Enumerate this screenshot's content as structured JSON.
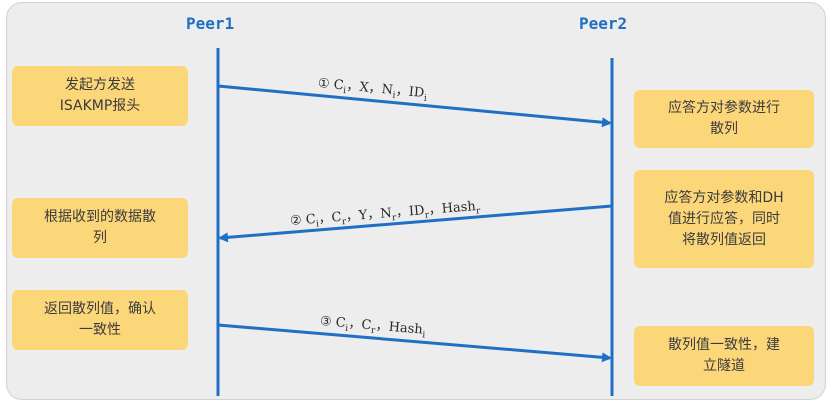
{
  "peers": {
    "left": "Peer1",
    "right": "Peer2"
  },
  "left_notes": [
    "发起方发送\nISAKMP报头",
    "根据收到的数据散\n列",
    "返回散列值，确认\n一致性"
  ],
  "right_notes": [
    "应答方对参数进行\n散列",
    "应答方对参数和DH\n值进行应答，同时\n将散列值返回",
    "散列值一致性，建\n立隧道"
  ],
  "messages": [
    {
      "number": "①",
      "items": [
        {
          "base": "C",
          "sub": "i"
        },
        {
          "base": "X",
          "sub": ""
        },
        {
          "base": "N",
          "sub": "i"
        },
        {
          "base": "ID",
          "sub": "i"
        }
      ],
      "separator": "，"
    },
    {
      "number": "②",
      "items": [
        {
          "base": "C",
          "sub": "i"
        },
        {
          "base": "C",
          "sub": "r"
        },
        {
          "base": "Y",
          "sub": ""
        },
        {
          "base": "N",
          "sub": "r"
        },
        {
          "base": "ID",
          "sub": "r"
        },
        {
          "base": "Hash",
          "sub": "r"
        }
      ],
      "separator": "，"
    },
    {
      "number": "③",
      "items": [
        {
          "base": "C",
          "sub": "i"
        },
        {
          "base": "C",
          "sub": "r"
        },
        {
          "base": "Hash",
          "sub": "i"
        }
      ],
      "separator": "，"
    }
  ],
  "colors": {
    "lifeline": "#1f6fc5",
    "arrow": "#1f6fc5",
    "note_fill": "#fcd77a",
    "background": "#ededed"
  }
}
